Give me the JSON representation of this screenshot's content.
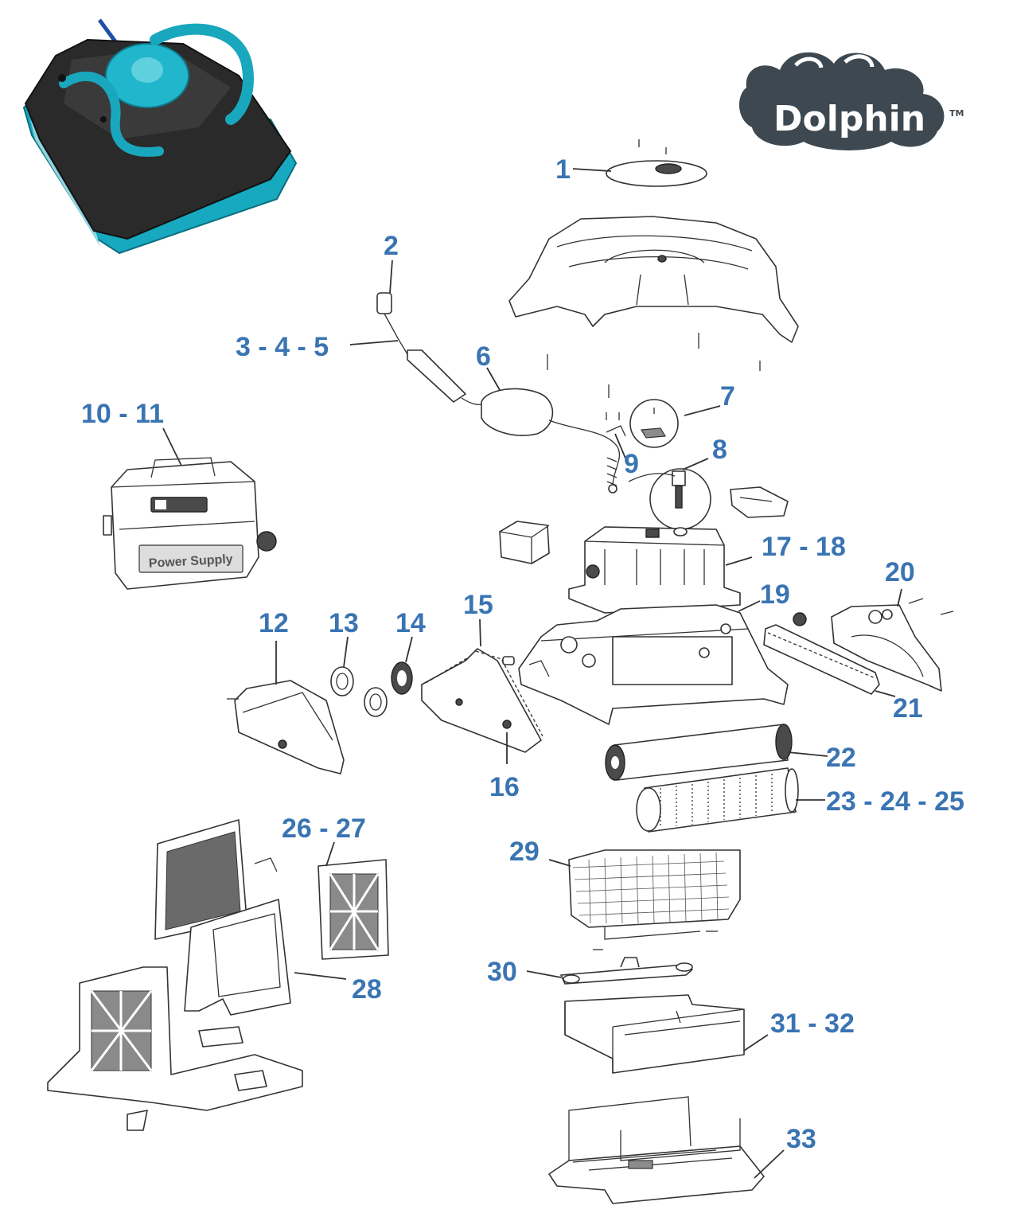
{
  "brand": {
    "name": "Dolphin",
    "trademark": "TM"
  },
  "power_supply_label": "Power Supply",
  "callouts": [
    {
      "id": "c1",
      "label": "1"
    },
    {
      "id": "c2",
      "label": "2"
    },
    {
      "id": "c3",
      "label": "3 - 4 - 5"
    },
    {
      "id": "c6",
      "label": "6"
    },
    {
      "id": "c7",
      "label": "7"
    },
    {
      "id": "c8",
      "label": "8"
    },
    {
      "id": "c9",
      "label": "9"
    },
    {
      "id": "c10",
      "label": "10 - 11"
    },
    {
      "id": "c12",
      "label": "12"
    },
    {
      "id": "c13",
      "label": "13"
    },
    {
      "id": "c14",
      "label": "14"
    },
    {
      "id": "c15",
      "label": "15"
    },
    {
      "id": "c16",
      "label": "16"
    },
    {
      "id": "c17",
      "label": "17 - 18"
    },
    {
      "id": "c19",
      "label": "19"
    },
    {
      "id": "c20",
      "label": "20"
    },
    {
      "id": "c21",
      "label": "21"
    },
    {
      "id": "c22",
      "label": "22"
    },
    {
      "id": "c23",
      "label": "23 - 24 - 25"
    },
    {
      "id": "c26",
      "label": "26 - 27"
    },
    {
      "id": "c28",
      "label": "28"
    },
    {
      "id": "c29",
      "label": "29"
    },
    {
      "id": "c30",
      "label": "30"
    },
    {
      "id": "c31",
      "label": "31 - 32"
    },
    {
      "id": "c33",
      "label": "33"
    }
  ],
  "colors": {
    "callout": "#3a74b2",
    "robot_teal": "#1fb3c8",
    "robot_body": "#2b2b2b",
    "logo_dark": "#3d4850"
  }
}
